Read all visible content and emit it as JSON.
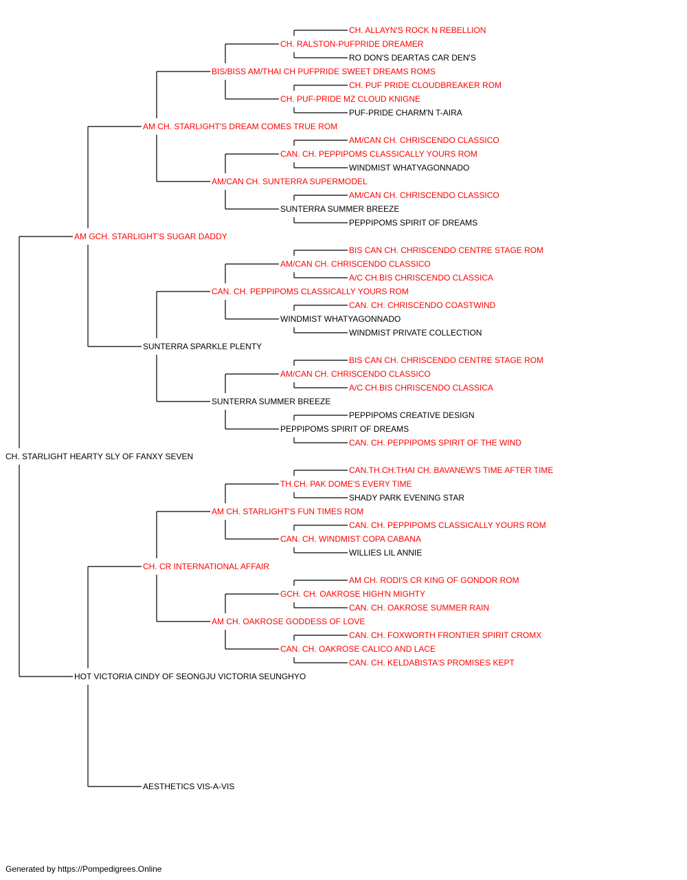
{
  "colors": {
    "champion": "#ff0000",
    "regular": "#000000",
    "line": "#000000"
  },
  "tree": {
    "name": "CH. STARLIGHT HEARTY SLY OF FANXY SEVEN",
    "champion": false,
    "sire": {
      "name": "AM GCH. STARLIGHT'S SUGAR DADDY",
      "champion": true,
      "sire": {
        "name": "AM CH. STARLIGHT'S DREAM COMES TRUE ROM",
        "champion": true,
        "sire": {
          "name": "BIS/BISS AM/THAI CH PUFPRIDE SWEET DREAMS ROMS",
          "champion": true,
          "sire": {
            "name": "CH. RALSTON-PUFPRIDE DREAMER",
            "champion": true,
            "sire": {
              "name": "CH. ALLAYN'S ROCK N REBELLION",
              "champion": true
            },
            "dam": {
              "name": "RO DON'S DEARTAS CAR DEN'S",
              "champion": false
            }
          },
          "dam": {
            "name": "CH. PUF-PRIDE MZ CLOUD KNIGNE",
            "champion": true,
            "sire": {
              "name": "CH. PUF PRIDE CLOUDBREAKER ROM",
              "champion": true
            },
            "dam": {
              "name": "PUF-PRIDE CHARM'N T-AIRA",
              "champion": false
            }
          }
        },
        "dam": {
          "name": "AM/CAN CH. SUNTERRA SUPERMODEL",
          "champion": true,
          "sire": {
            "name": "CAN. CH. PEPPIPOMS CLASSICALLY YOURS ROM",
            "champion": true,
            "sire": {
              "name": "AM/CAN CH. CHRISCENDO CLASSICO",
              "champion": true
            },
            "dam": {
              "name": "WINDMIST WHATYAGONNADO",
              "champion": false
            }
          },
          "dam": {
            "name": "SUNTERRA SUMMER BREEZE",
            "champion": false,
            "sire": {
              "name": "AM/CAN CH. CHRISCENDO CLASSICO",
              "champion": true
            },
            "dam": {
              "name": "PEPPIPOMS SPIRIT OF DREAMS",
              "champion": false
            }
          }
        }
      },
      "dam": {
        "name": "SUNTERRA SPARKLE PLENTY",
        "champion": false,
        "sire": {
          "name": "CAN. CH. PEPPIPOMS CLASSICALLY YOURS ROM",
          "champion": true,
          "sire": {
            "name": "AM/CAN CH. CHRISCENDO CLASSICO",
            "champion": true,
            "sire": {
              "name": "BIS CAN CH. CHRISCENDO CENTRE STAGE ROM",
              "champion": true
            },
            "dam": {
              "name": "A/C CH.BIS CHRISCENDO CLASSICA",
              "champion": true
            }
          },
          "dam": {
            "name": "WINDMIST WHATYAGONNADO",
            "champion": false,
            "sire": {
              "name": "CAN. CH. CHRISCENDO COASTWIND",
              "champion": true
            },
            "dam": {
              "name": "WINDMIST PRIVATE COLLECTION",
              "champion": false
            }
          }
        },
        "dam": {
          "name": "SUNTERRA SUMMER BREEZE",
          "champion": false,
          "sire": {
            "name": "AM/CAN CH. CHRISCENDO CLASSICO",
            "champion": true,
            "sire": {
              "name": "BIS CAN CH. CHRISCENDO CENTRE STAGE ROM",
              "champion": true
            },
            "dam": {
              "name": "A/C CH.BIS CHRISCENDO CLASSICA",
              "champion": true
            }
          },
          "dam": {
            "name": "PEPPIPOMS SPIRIT OF DREAMS",
            "champion": false,
            "sire": {
              "name": "PEPPIPOMS CREATIVE DESIGN",
              "champion": false
            },
            "dam": {
              "name": "CAN. CH. PEPPIPOMS SPIRIT OF THE WIND",
              "champion": true
            }
          }
        }
      }
    },
    "dam": {
      "name": "HOT VICTORIA CINDY OF SEONGJU VICTORIA SEUNGHYO",
      "champion": false,
      "sire": {
        "name": "CH. CR INTERNATIONAL AFFAIR",
        "champion": true,
        "sire": {
          "name": "AM CH. STARLIGHT'S FUN TIMES ROM",
          "champion": true,
          "sire": {
            "name": "TH.CH. PAK DOME'S EVERY TIME",
            "champion": true,
            "sire": {
              "name": "CAN.TH.CH.THAI CH. BAVANEW'S TIME AFTER TIME",
              "champion": true
            },
            "dam": {
              "name": "SHADY PARK EVENING STAR",
              "champion": false
            }
          },
          "dam": {
            "name": "CAN. CH. WINDMIST COPA CABANA",
            "champion": true,
            "sire": {
              "name": "CAN. CH. PEPPIPOMS CLASSICALLY YOURS ROM",
              "champion": true
            },
            "dam": {
              "name": "WILLIES LIL ANNIE",
              "champion": false
            }
          }
        },
        "dam": {
          "name": "AM CH. OAKROSE GODDESS OF LOVE",
          "champion": true,
          "sire": {
            "name": "GCH. CH. OAKROSE HIGH'N MIGHTY",
            "champion": true,
            "sire": {
              "name": "AM CH. RODI'S CR KING OF GONDOR ROM",
              "champion": true
            },
            "dam": {
              "name": "CAN. CH. OAKROSE SUMMER RAIN",
              "champion": true
            }
          },
          "dam": {
            "name": "CAN. CH. OAKROSE CALICO AND LACE",
            "champion": true,
            "sire": {
              "name": "CAN. CH. FOXWORTH FRONTIER SPIRIT CROMX",
              "champion": true
            },
            "dam": {
              "name": "CAN. CH. KELDABISTA'S PROMISES KEPT",
              "champion": true
            }
          }
        }
      },
      "dam": {
        "name": "AESTHETICS VIS-A-VIS",
        "champion": false
      }
    }
  },
  "footer": "Generated by https://Pompedigrees.Online"
}
